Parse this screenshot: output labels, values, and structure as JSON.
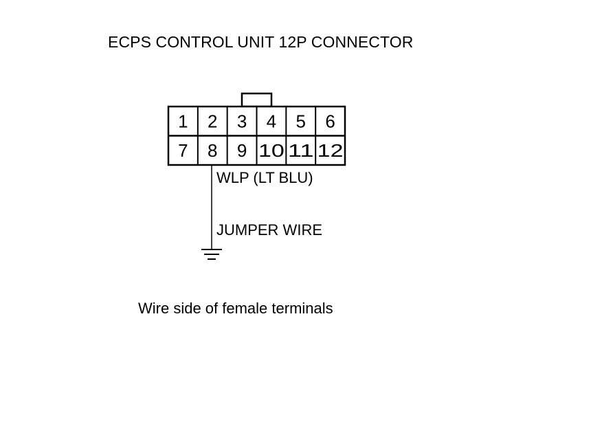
{
  "title": "ECPS CONTROL UNIT 12P CONNECTOR",
  "connector": {
    "rows": [
      [
        "1",
        "2",
        "3",
        "4",
        "5",
        "6"
      ],
      [
        "7",
        "8",
        "9",
        "10",
        "11",
        "12"
      ]
    ]
  },
  "wire": {
    "label": "WLP (LT BLU)"
  },
  "jumper_label": "JUMPER WIRE",
  "caption": "Wire side of female terminals"
}
